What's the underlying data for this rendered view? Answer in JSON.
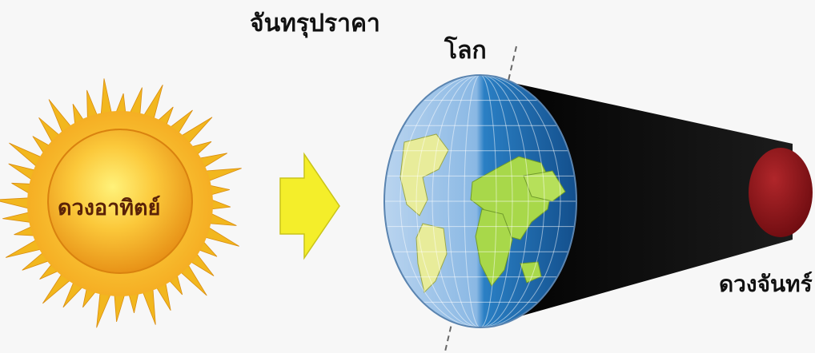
{
  "labels": {
    "title": "จันทรุปราคา",
    "earth": "โลก",
    "sun": "ดวงอาทิตย์",
    "moon": "ดวงจันทร์"
  },
  "colors": {
    "background": "#f7f7f7",
    "sun_rays": "#f2b71e",
    "sun_core": "#f5a622",
    "arrow": "#f4ee2a",
    "earth_ocean": "#1f6fb3",
    "earth_land": "#c9e36b",
    "umbra": "#0d0d0d",
    "moon": "#8e1517"
  },
  "icons": [
    "sun-icon",
    "right-arrow-icon",
    "earth-globe-icon",
    "moon-icon"
  ]
}
